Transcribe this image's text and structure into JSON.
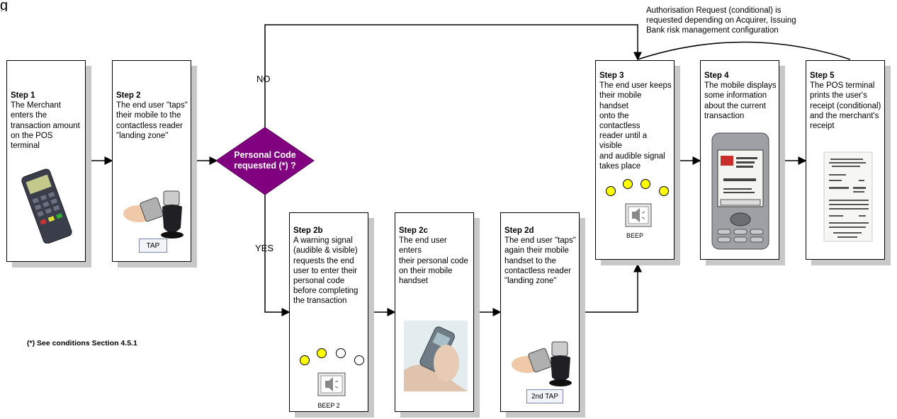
{
  "title_fragment": "g",
  "auth_note": [
    "Authorisation Request (conditional) is",
    "requested depending on Acquirer, Issuing",
    "Bank risk management configuration"
  ],
  "decision": {
    "line1": "Personal Code",
    "line2": "requested (*) ?",
    "no_label": "NO",
    "yes_label": "YES"
  },
  "footnote": "(*) See conditions Section 4.5.1",
  "steps": {
    "s1": {
      "title": "Step 1",
      "lines": [
        "The Merchant",
        "enters the",
        "transaction amount",
        "on the POS terminal"
      ]
    },
    "s2": {
      "title": "Step 2",
      "lines": [
        "The end user \"taps\"",
        "their mobile to the",
        "contactless reader",
        "\"landing zone\""
      ],
      "button": "TAP"
    },
    "s3": {
      "title": "Step 3",
      "lines": [
        "The end user keeps",
        "their mobile handset",
        "onto the contactless",
        "reader until a visible",
        "and audible signal",
        "takes place"
      ],
      "beep": "BEEP"
    },
    "s4": {
      "title": "Step 4",
      "lines": [
        "The mobile displays",
        "some information",
        "about the current",
        "transaction"
      ]
    },
    "s5": {
      "title": "Step 5",
      "lines": [
        "The POS terminal",
        "prints the user's",
        "receipt (conditional)",
        "and the merchant's",
        "receipt"
      ]
    },
    "s2b": {
      "title": "Step 2b",
      "lines": [
        "A warning signal",
        "(audible & visible)",
        "requests the end",
        "user to enter their",
        "personal code",
        "before completing",
        "the transaction"
      ],
      "beep": "BEEP 2"
    },
    "s2c": {
      "title": "Step 2c",
      "lines": [
        "The end user enters",
        "their personal code",
        "on their mobile",
        "handset"
      ]
    },
    "s2d": {
      "title": "Step 2d",
      "lines": [
        "The end user \"taps\"",
        "again their mobile",
        "handset to the",
        "contactless reader",
        "\"landing zone\""
      ],
      "button": "2nd TAP"
    }
  },
  "colors": {
    "diamond": "#800080",
    "signal_on": "#ffff00",
    "signal_off": "#ffffff",
    "shadow": "#c8c8c8"
  }
}
